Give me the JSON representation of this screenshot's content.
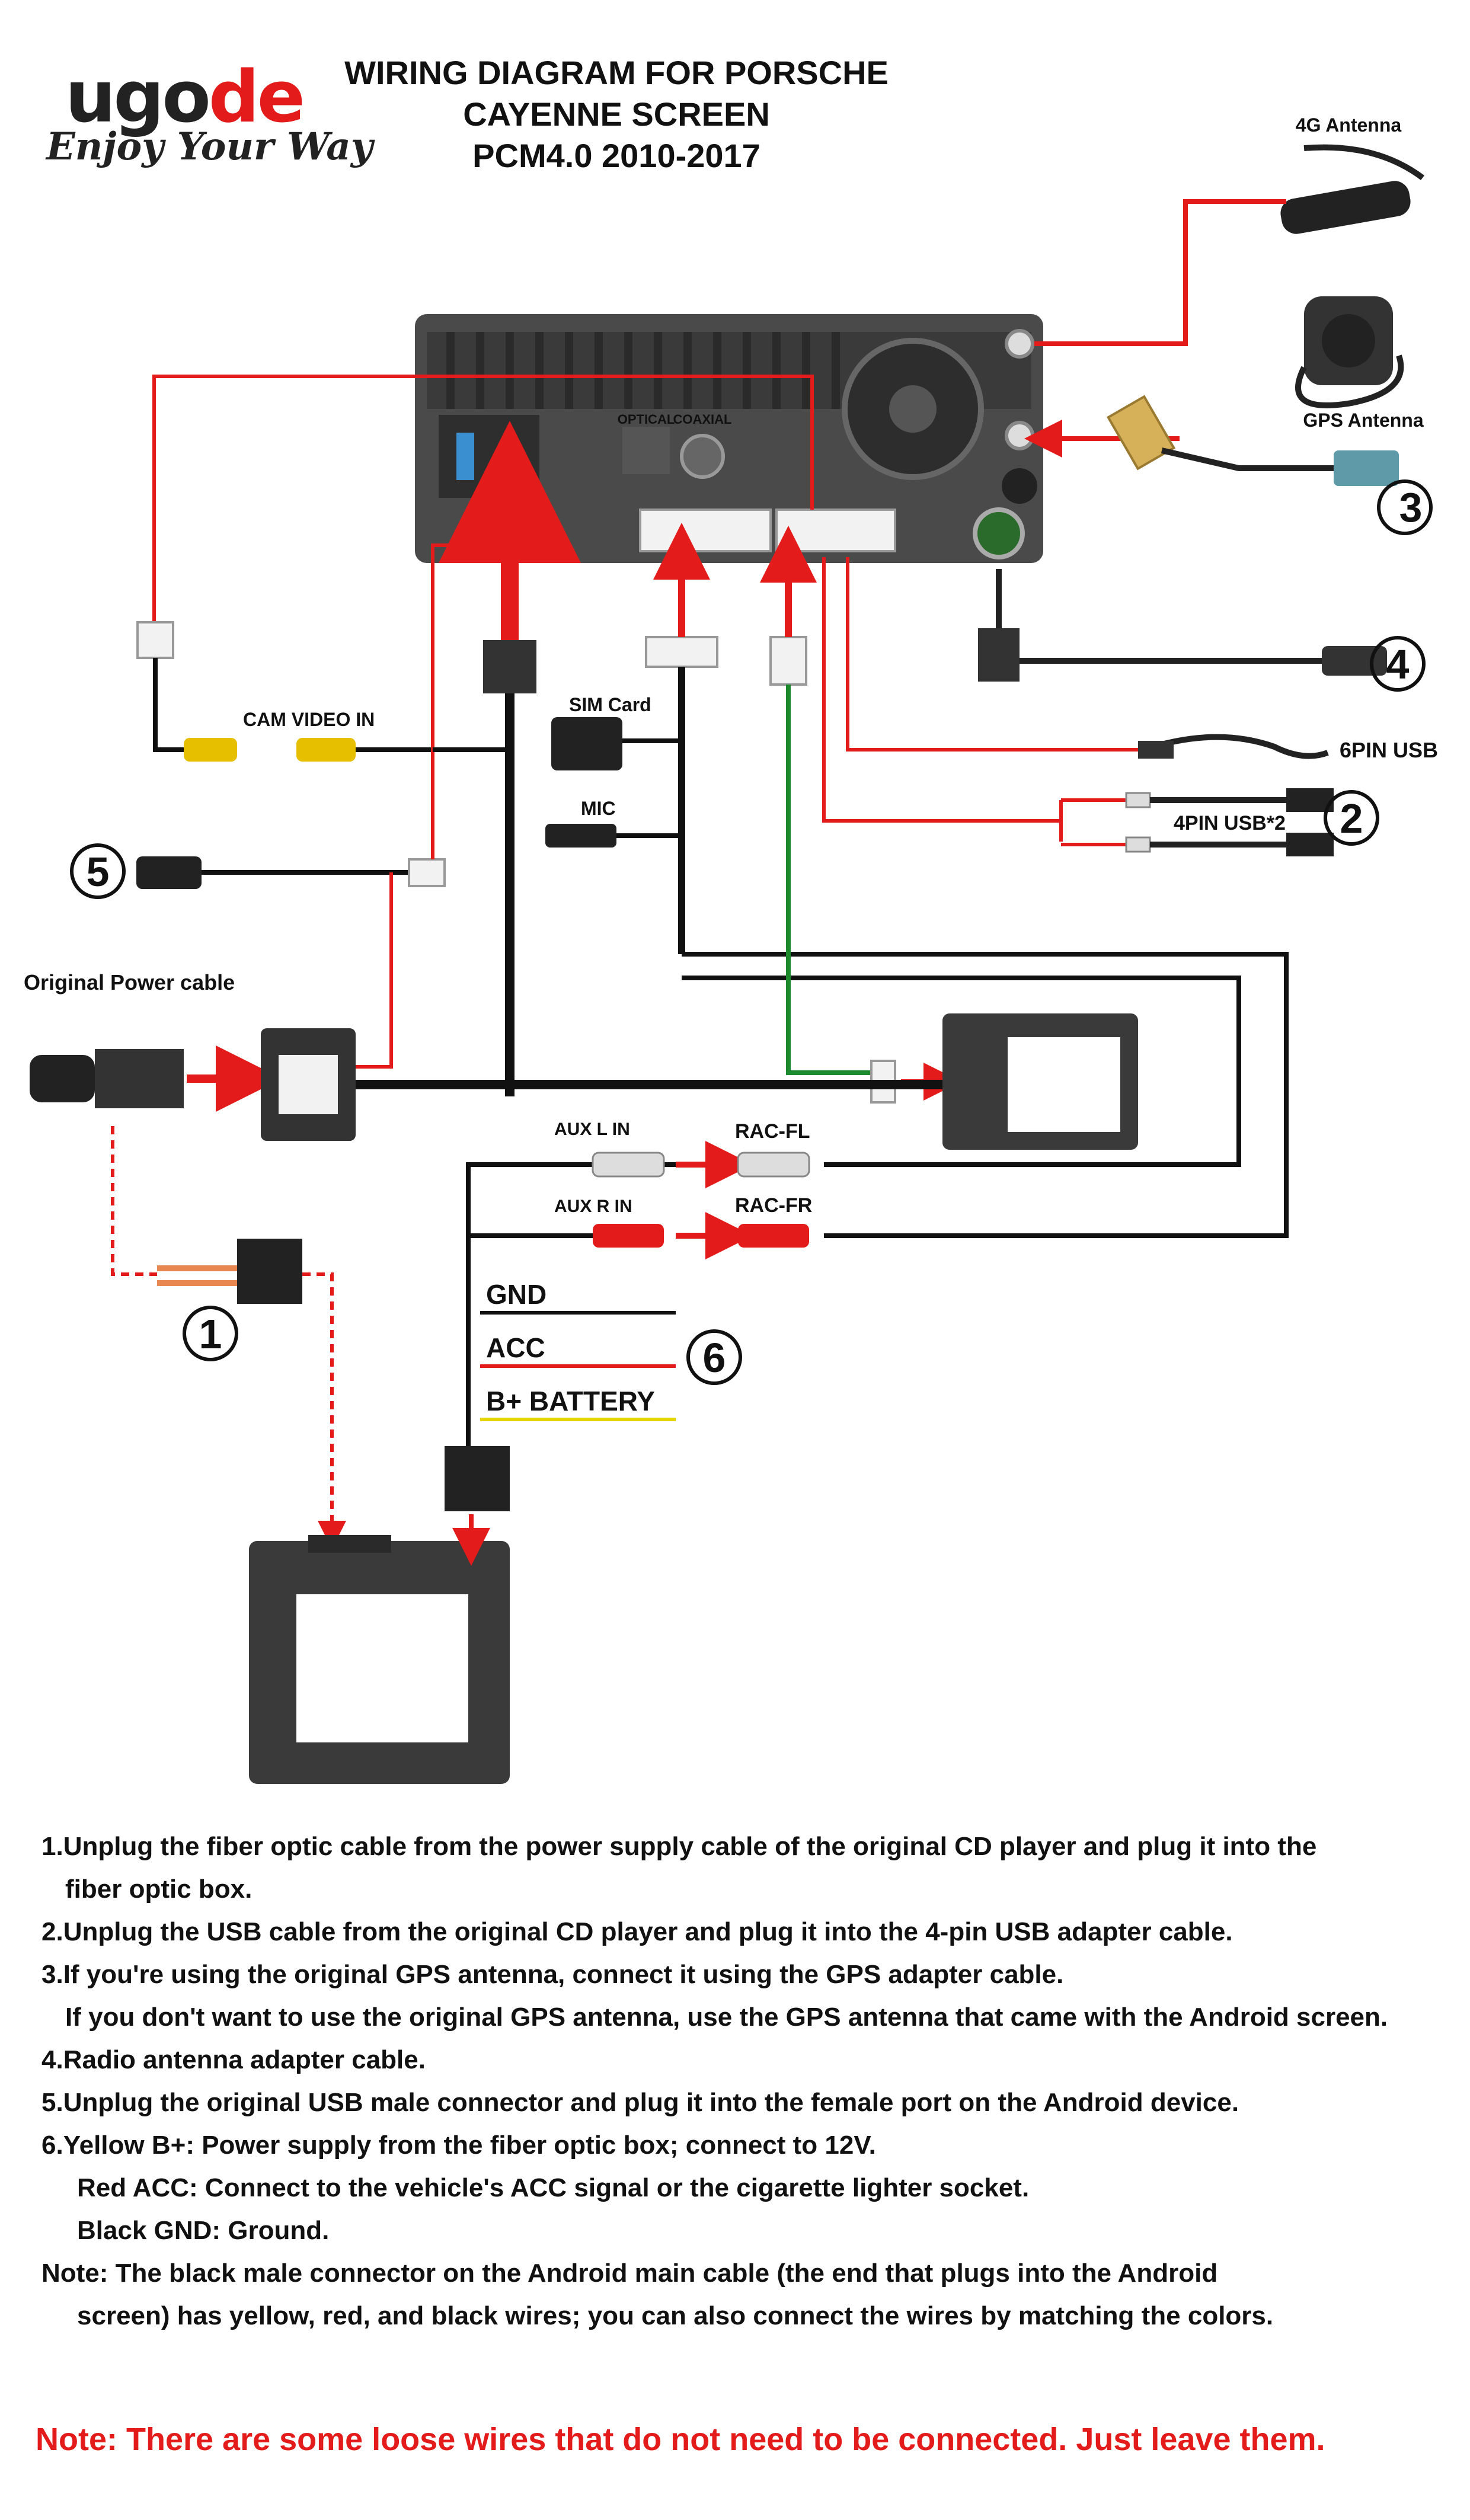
{
  "brand": {
    "name_prefix": "ugo",
    "name_accent": "de",
    "tagline": "Enjoy Your Way"
  },
  "title": {
    "line1": "WIRING DIAGRAM FOR PORSCHE CAYENNE SCREEN",
    "line2": "PCM4.0 2010-2017"
  },
  "labels": {
    "antenna_4g": "4G Antenna",
    "antenna_gps": "GPS Antenna",
    "cam_video_in": "CAM VIDEO IN",
    "sim_card": "SIM Card",
    "mic": "MIC",
    "usb_6pin": "6PIN USB",
    "usb_4pin": "4PIN USB*2",
    "original_power_cable": "Original Power cable",
    "aux_l_in": "AUX L IN",
    "aux_r_in": "AUX R IN",
    "rac_fl": "RAC-FL",
    "rac_fr": "RAC-FR",
    "gnd": "GND",
    "acc": "ACC",
    "b_battery": "B+ BATTERY",
    "optical": "OPTICAL",
    "coaxial": "COAXIAL"
  },
  "markers": [
    "1",
    "2",
    "3",
    "4",
    "5",
    "6"
  ],
  "colors": {
    "wire_red": "#e31b1b",
    "wire_black": "#111111",
    "wire_green": "#1e8a2e",
    "wire_yellow": "#e6d400",
    "connector_white": "#f2f2f2",
    "box_dark": "#3a3a3a"
  },
  "instructions": [
    "1.Unplug the fiber optic cable from the power supply cable of the original CD player and plug it into the",
    "fiber optic box.",
    "2.Unplug the USB cable from the original CD player and plug it into the 4-pin USB adapter cable.",
    "3.If you're using the original GPS antenna, connect it using the GPS adapter cable.",
    "If you don't want to use the original GPS antenna, use the GPS antenna that came with the Android screen.",
    "4.Radio antenna adapter cable.",
    "5.Unplug the original USB male connector and plug it into the female port on the Android device.",
    "6.Yellow B+: Power supply from the fiber optic box; connect to 12V.",
    "Red ACC: Connect to the vehicle's ACC signal or the cigarette lighter socket.",
    "Black GND: Ground.",
    "Note: The black male connector on the Android main cable (the end that plugs into the Android",
    "screen) has yellow, red, and black wires; you can also connect the wires by matching the colors."
  ],
  "footer_note": "Note: There are some loose wires that do not need to be connected. Just leave them."
}
